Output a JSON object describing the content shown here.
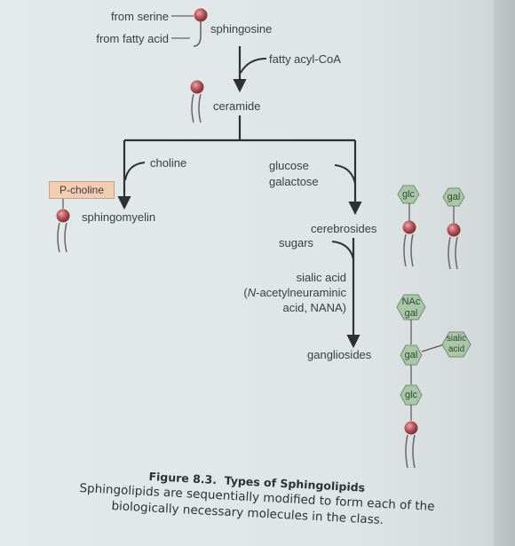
{
  "labels": {
    "from_serine": "from serine",
    "from_fatty_acid": "from fatty acid",
    "sphingosine": "sphingosine",
    "fatty_acyl_coa": "fatty acyl-CoA",
    "ceramide": "ceramide",
    "choline": "choline",
    "glucose": "glucose",
    "galactose": "galactose",
    "p_choline": "P-choline",
    "sphingomyelin": "sphingomyelin",
    "cerebrosides": "cerebrosides",
    "sugars": "sugars",
    "sialic_acid": "sialic acid",
    "n_acetyl_prefix": "(",
    "n_acetyl_n": "N",
    "n_acetyl_rest": "-acetylneuraminic",
    "acid_nana": "acid, NANA)",
    "gangliosides": "gangliosides"
  },
  "hexagons": {
    "glc_top": "glc",
    "gal_top": "gal",
    "nac_1": "NAc",
    "nac_2": "gal",
    "gal_mid": "gal",
    "sialic_1": "sialic",
    "sialic_2": "acid",
    "glc_bottom": "glc"
  },
  "caption": {
    "figure_label": "Figure 8.3.",
    "figure_title": "Types of Sphingolipids",
    "line1": "Sphingolipids are sequentially modified to form each of the",
    "line2": "biologically necessary molecules in the class."
  },
  "colors": {
    "lipid_head": "#b4535b",
    "hexagon_fill": "#a9c7a8",
    "p_choline_box": "#f1cdb3"
  }
}
